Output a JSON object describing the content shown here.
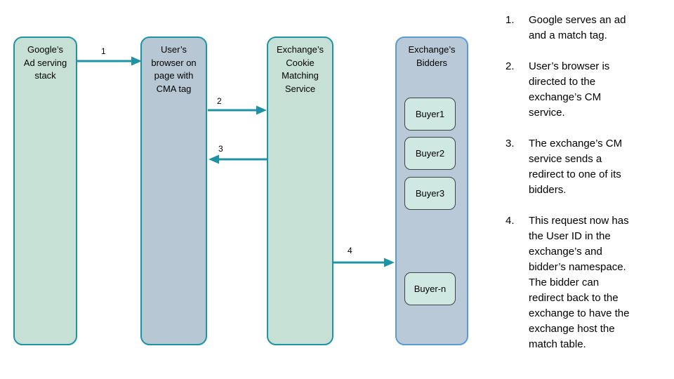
{
  "colors": {
    "teal_border": "#1e93a4",
    "arrow_teal": "#1e93a4",
    "green_node_fill": "#c7e0d6",
    "blue_node_fill": "#b7c8d4",
    "bidders_node_fill": "#b9c9d7",
    "bidders_border_blue": "#5b9bd5",
    "buyer_fill": "#cfe8e2",
    "buyer_border": "#3e4347",
    "text": "#000000"
  },
  "diagram": {
    "nodes": [
      {
        "label": "Google’s\nAd serving\nstack"
      },
      {
        "label": "User’s\nbrowser on\npage with\nCMA tag"
      },
      {
        "label": "Exchange’s\nCookie\nMatching\nService"
      },
      {
        "label": "Exchange’s\nBidders"
      }
    ],
    "buyers": [
      "Buyer1",
      "Buyer2",
      "Buyer3",
      "Buyer-n"
    ],
    "arrows": [
      {
        "label": "1"
      },
      {
        "label": "2"
      },
      {
        "label": "3"
      },
      {
        "label": "4"
      }
    ]
  },
  "steps": [
    {
      "num": "1.",
      "text": "Google serves an ad\nand a match tag."
    },
    {
      "num": "2.",
      "text": "User’s browser is\ndirected to the\nexchange’s CM\nservice."
    },
    {
      "num": "3.",
      "text": "The exchange’s CM\nservice sends a\nredirect to one of its\nbidders."
    },
    {
      "num": "4.",
      "text": "This request now has\nthe User ID in the\nexchange’s and\nbidder’s namespace.\nThe bidder can\nredirect back to the\nexchange to have the\nexchange host the\nmatch table."
    }
  ]
}
